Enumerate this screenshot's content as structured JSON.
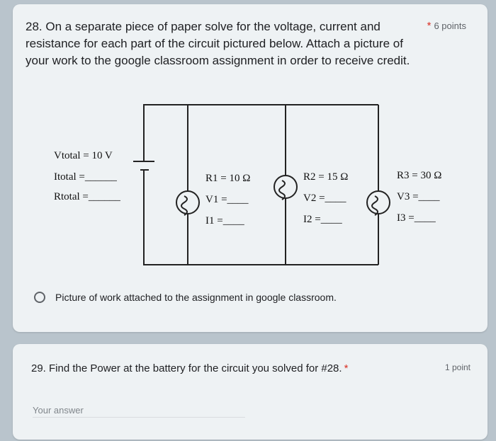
{
  "q28": {
    "title": "28. On a separate piece of paper solve for the voltage, current and resistance for each part of the circuit pictured below. Attach a picture of your work to the google classroom assignment in order to receive credit.",
    "required_mark": "*",
    "points": "6 points",
    "circuit": {
      "vtotal": "Vtotal = 10 V",
      "itotal": "Itotal =______",
      "rtotal": "Rtotal =______",
      "r1": "R1 = 10 Ω",
      "v1": "V1 =____",
      "i1": "I1 =____",
      "r2": "R2 = 15 Ω",
      "v2": "V2 =____",
      "i2": "I2 =____",
      "r3": "R3 = 30 Ω",
      "v3": "V3 =____",
      "i3": "I3 =____"
    },
    "option": "Picture of work attached to the assignment in google classroom."
  },
  "q29": {
    "title": "29. Find the Power at the battery for the circuit you solved for #28.",
    "required_mark": "*",
    "points": "1 point",
    "placeholder": "Your answer"
  }
}
